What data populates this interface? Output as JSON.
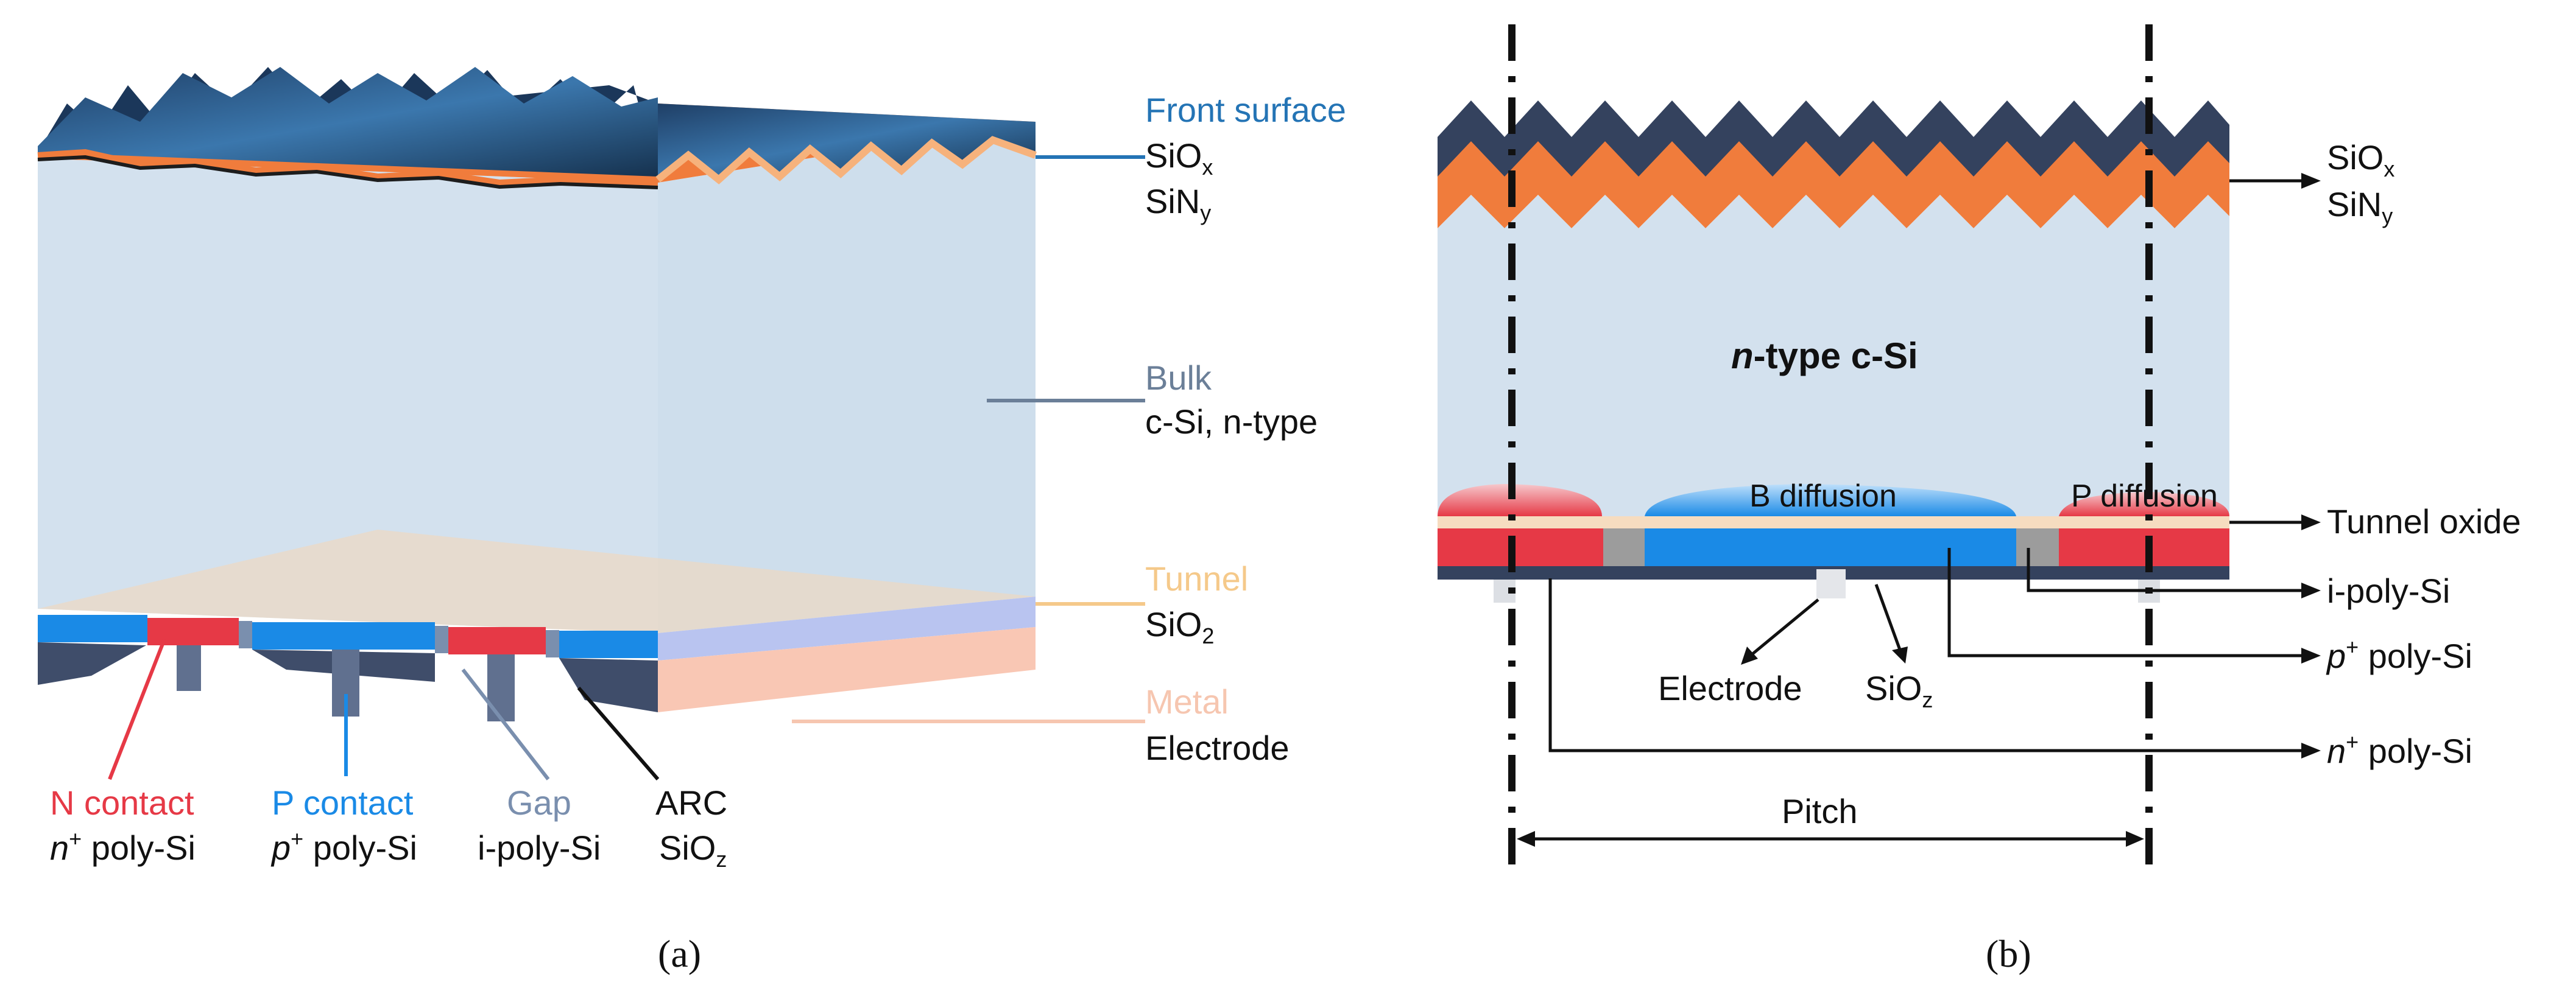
{
  "panel_a": {
    "caption": "(a)",
    "front_surface": {
      "title": "Front surface",
      "line1_base": "SiO",
      "line1_sub": "x",
      "line2_base": "SiN",
      "line2_sub": "y"
    },
    "bulk": {
      "title": "Bulk",
      "desc": "c-Si, n-type"
    },
    "tunnel": {
      "title": "Tunnel",
      "desc_base": "SiO",
      "desc_sub": "2"
    },
    "metal": {
      "title": "Metal",
      "desc": "Electrode"
    },
    "n_contact": {
      "title": "N contact",
      "desc_italic": "n",
      "desc_sup": "+",
      "desc_rest": " poly-Si"
    },
    "p_contact": {
      "title": "P contact",
      "desc_italic": "p",
      "desc_sup": "+",
      "desc_rest": " poly-Si"
    },
    "gap": {
      "title": "Gap",
      "desc": "i-poly-Si"
    },
    "arc": {
      "title": "ARC",
      "desc_base": "SiO",
      "desc_sub": "z"
    }
  },
  "panel_b": {
    "caption": "(b)",
    "siox": {
      "base": "SiO",
      "sub": "x"
    },
    "siny": {
      "base": "SiN",
      "sub": "y"
    },
    "bulk_title_italic": "n",
    "bulk_title_rest": "-type c-Si",
    "b_diffusion": "B diffusion",
    "p_diffusion": "P diffusion",
    "tunnel_oxide": "Tunnel oxide",
    "i_poly": "i-poly-Si",
    "p_poly": {
      "italic": "p",
      "sup": "+",
      "rest": " poly-Si"
    },
    "n_poly": {
      "italic": "n",
      "sup": "+",
      "rest": " poly-Si"
    },
    "electrode": "Electrode",
    "sioz": {
      "base": "SiO",
      "sub": "z"
    },
    "pitch": "Pitch"
  },
  "colors": {
    "front_blue": "#2474b5",
    "bulk": "#d3e1ee",
    "bulk_label": "#6b7f98",
    "tunnel_label": "#f5c98a",
    "metal_label": "#f6c6b0",
    "n_red": "#e63946",
    "p_blue": "#1a8ae6",
    "gap_gray": "#7a8fae",
    "navy": "#34425e",
    "orange": "#f07c3c"
  }
}
